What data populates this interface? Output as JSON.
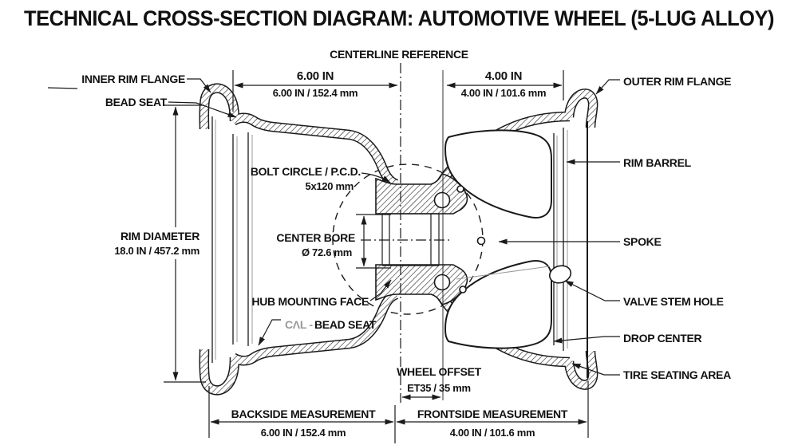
{
  "title": "TECHNICAL CROSS-SECTION DIAGRAM: AUTOMOTIVE WHEEL (5-LUG ALLOY)",
  "reference": {
    "centerline": "CENTERLINE REFERENCE"
  },
  "colors": {
    "ink": "#1a1a1a",
    "grey": "#9a9a9a",
    "background": "#ffffff"
  },
  "dimensions": {
    "top_left": {
      "label": "6.00 IN",
      "value": "6.00 IN / 152.4 mm"
    },
    "top_right": {
      "label": "4.00 IN",
      "value": "4.00 IN / 101.6 mm"
    },
    "rim_diameter": {
      "label": "RIM DIAMETER",
      "value": "18.0 IN / 457.2 mm"
    },
    "bolt_circle": {
      "label": "BOLT CIRCLE / P.C.D.",
      "value": "5x120 mm"
    },
    "center_bore": {
      "label": "CENTER BORE",
      "value": "Ø 72.6 mm"
    },
    "wheel_offset": {
      "label": "WHEEL OFFSET",
      "value": "ET35 / 35 mm"
    },
    "backside": {
      "label": "BACKSIDE MEASUREMENT",
      "value": "6.00 IN / 152.4 mm"
    },
    "frontside": {
      "label": "FRONTSIDE MEASUREMENT",
      "value": "4.00 IN / 101.6 mm"
    }
  },
  "labels": {
    "inner_rim_flange": "INNER RIM FLANGE",
    "bead_seat_top": "BEAD SEAT",
    "hub_mounting_face": "HUB MOUNTING FACE",
    "bead_seat_bottom_prefix": "CΛL -",
    "bead_seat_bottom": "BEAD SEAT",
    "outer_rim_flange": "OUTER RIM FLANGE",
    "rim_barrel": "RIM BARREL",
    "spoke": "SPOKE",
    "valve_stem_hole": "VALVE STEM HOLE",
    "drop_center": "DROP CENTER",
    "tire_seating_area": "TIRE SEATING AREA"
  }
}
